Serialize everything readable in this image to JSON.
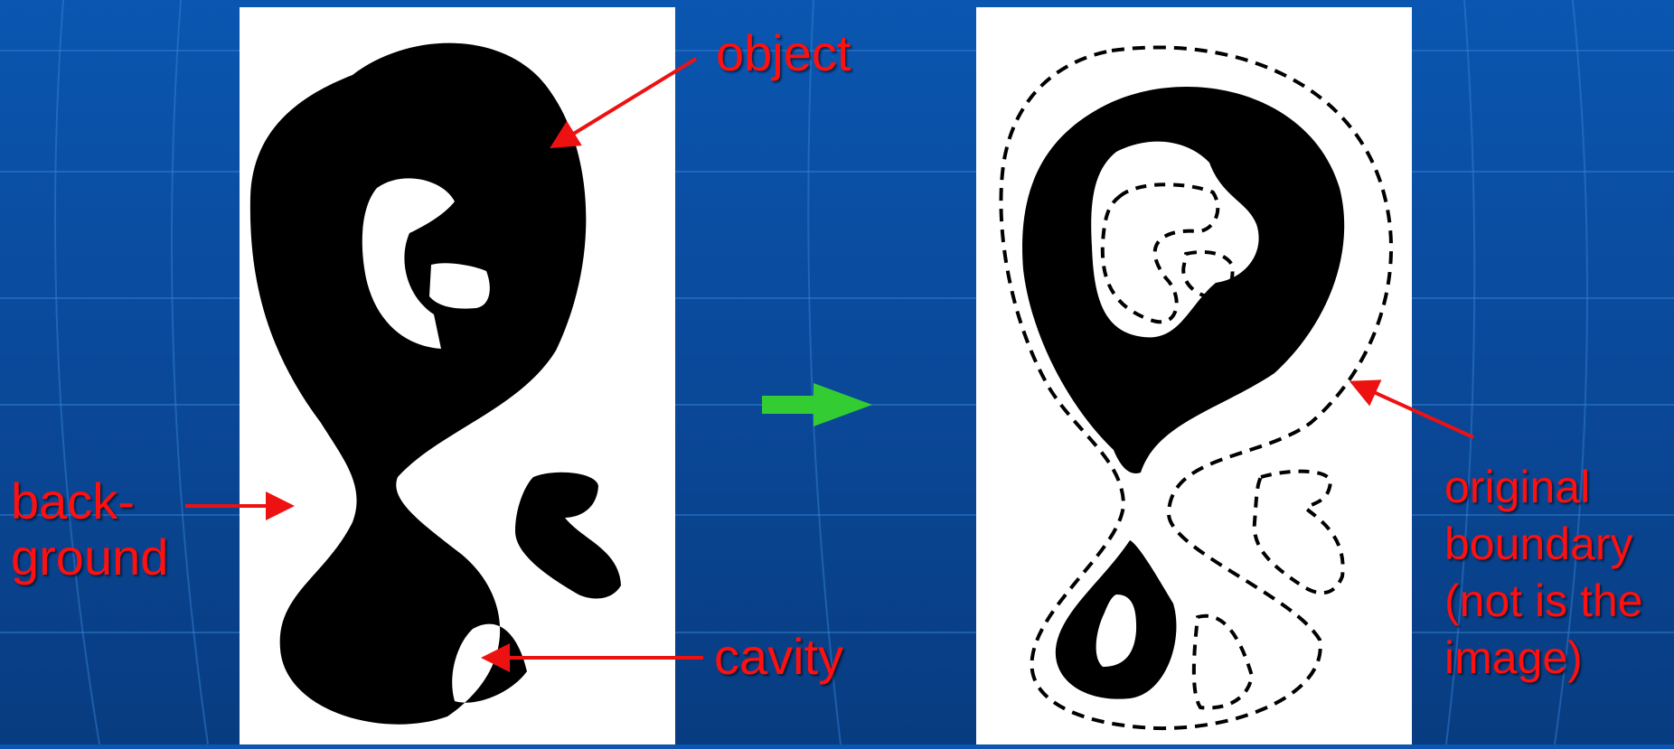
{
  "colors": {
    "background_top": "#0a56b0",
    "background_bottom": "#083c80",
    "label_red": "#ff1010",
    "arrow_red": "#ee1111",
    "transition_arrow_green": "#33cc33",
    "object_black": "#000000",
    "panel_white": "#ffffff"
  },
  "labels": {
    "object": "object",
    "background_line1": "back-",
    "background_line2": "ground",
    "cavity": "cavity",
    "original_boundary_line1": "original",
    "original_boundary_line2": "boundary",
    "original_boundary_line3": "(not is the",
    "original_boundary_line4": "image)"
  },
  "icons": {
    "transition_arrow": "right-arrow-icon"
  }
}
